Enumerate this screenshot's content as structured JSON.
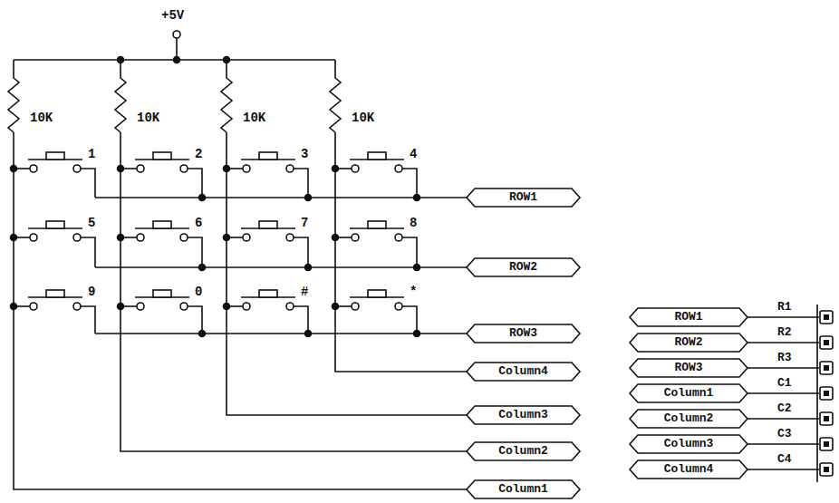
{
  "diagram": {
    "nodes": [
      {
        "text": [
          "ROW1"
        ]
      },
      {
        "text": [
          "ROW2"
        ]
      },
      {
        "text": [
          "ROW3"
        ]
      },
      {
        "text": [
          "Column4"
        ]
      },
      {
        "text": [
          "Column3"
        ]
      },
      {
        "text": [
          "Column2"
        ]
      },
      {
        "text": [
          "Column1"
        ]
      },
      {
        "text": [
          "ROW1"
        ]
      },
      {
        "text": [
          "ROW2"
        ]
      },
      {
        "text": [
          "ROW3"
        ]
      },
      {
        "text": [
          "Column1"
        ]
      },
      {
        "text": [
          "Column2"
        ]
      },
      {
        "text": [
          "Column3"
        ]
      },
      {
        "text": [
          "Column4"
        ]
      }
    ],
    "labels": [
      "+5V",
      "10K",
      "10K",
      "10K",
      "10K",
      "1",
      "2",
      "3",
      "4",
      "5",
      "6",
      "7",
      "8",
      "9",
      "0",
      "#",
      "*",
      "R1",
      "R2",
      "R3",
      "C1",
      "C2",
      "C3",
      "C4"
    ]
  }
}
